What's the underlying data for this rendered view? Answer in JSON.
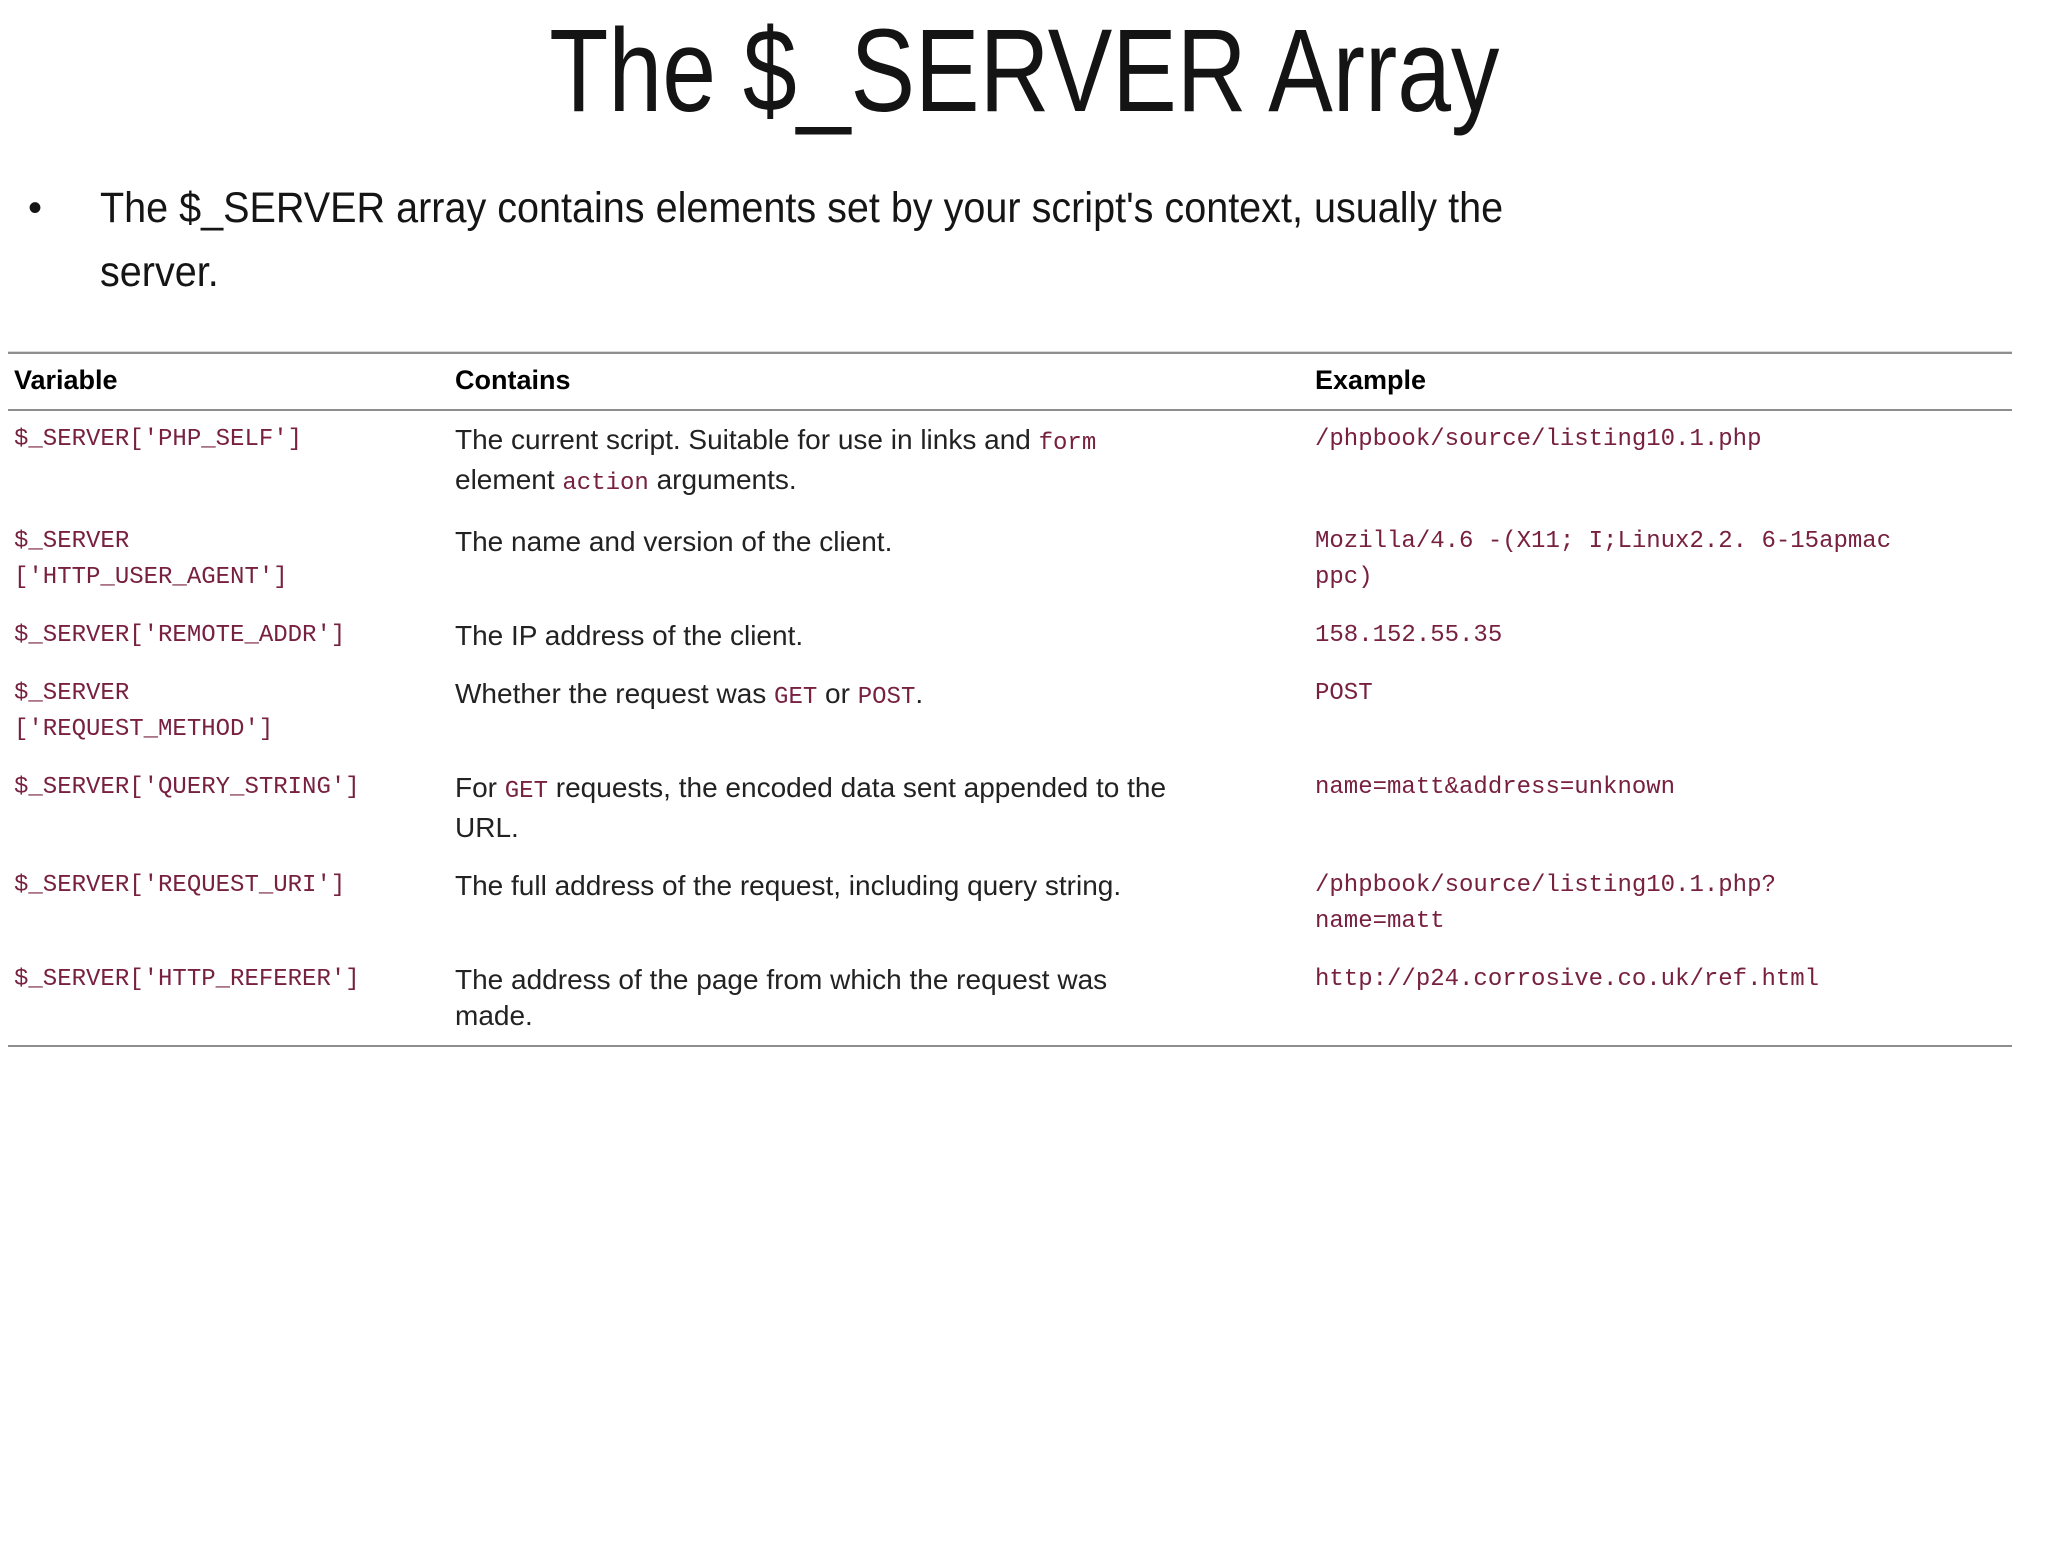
{
  "slide": {
    "title": "The $_SERVER Array",
    "bullet_marker": "•",
    "bullet_text": "The $_SERVER array contains elements set by your script's context, usually the\nserver."
  },
  "table": {
    "columns": [
      "Variable",
      "Contains",
      "Example"
    ],
    "rows": [
      {
        "variable": "$_SERVER['PHP_SELF']",
        "contains": [
          {
            "t": "text",
            "v": "The current script. Suitable for use in links and "
          },
          {
            "t": "code",
            "v": "form"
          },
          {
            "t": "text",
            "v": "\nelement "
          },
          {
            "t": "code",
            "v": "action"
          },
          {
            "t": "text",
            "v": " arguments."
          }
        ],
        "example": "/phpbook/source/listing10.1.php"
      },
      {
        "variable": "$_SERVER\n['HTTP_USER_AGENT']",
        "contains": [
          {
            "t": "text",
            "v": "The name and version of the client."
          }
        ],
        "example": "Mozilla/4.6 -(X11; I;Linux2.2. 6-15apmac\nppc)"
      },
      {
        "variable": "$_SERVER['REMOTE_ADDR']",
        "contains": [
          {
            "t": "text",
            "v": "The IP address of the client."
          }
        ],
        "example": "158.152.55.35"
      },
      {
        "variable": "$_SERVER\n['REQUEST_METHOD']",
        "contains": [
          {
            "t": "text",
            "v": "Whether the request was "
          },
          {
            "t": "code",
            "v": "GET"
          },
          {
            "t": "text",
            "v": " or "
          },
          {
            "t": "code",
            "v": "POST"
          },
          {
            "t": "text",
            "v": "."
          }
        ],
        "example": "POST"
      },
      {
        "variable": "$_SERVER['QUERY_STRING']",
        "contains": [
          {
            "t": "text",
            "v": "For "
          },
          {
            "t": "code",
            "v": "GET"
          },
          {
            "t": "text",
            "v": " requests, the encoded data sent appended to the\nURL."
          }
        ],
        "example": "name=matt&address=unknown"
      },
      {
        "variable": "$_SERVER['REQUEST_URI']",
        "contains": [
          {
            "t": "text",
            "v": "The full address of the request, including query string."
          }
        ],
        "example": "/phpbook/source/listing10.1.php?\nname=matt"
      },
      {
        "variable": "$_SERVER['HTTP_REFERER']",
        "contains": [
          {
            "t": "text",
            "v": "The address of the page from which the request was\nmade."
          }
        ],
        "example": "http://p24.corrosive.co.uk/ref.html"
      }
    ]
  },
  "colors": {
    "code": "#77203f",
    "heading": "#000000",
    "body": "#222222",
    "rule": "#8e8e8e",
    "rule_light": "#d9d9d9"
  }
}
